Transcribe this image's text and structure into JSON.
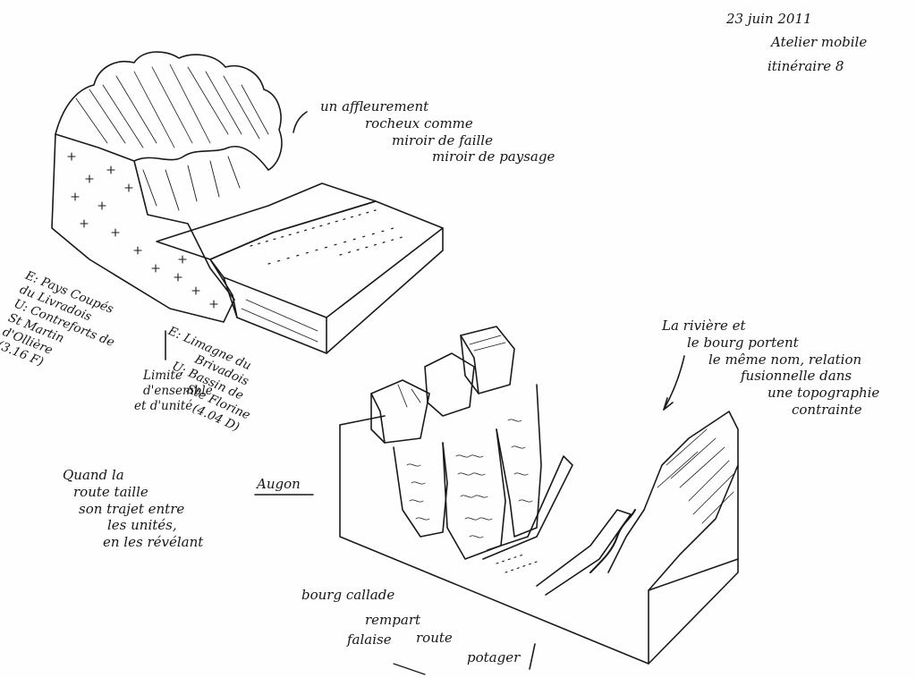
{
  "header": {
    "date": "23 juin 2011",
    "workshop": "Atelier mobile",
    "itinerary": "itinéraire 8"
  },
  "note_outcrop": [
    "un affleurement",
    "rocheux comme",
    "miroir de faille",
    "miroir de paysage"
  ],
  "unit_left": [
    "E: Pays Coupés",
    "du Livradois",
    "U: Contreforts de",
    "St Martin",
    "d'Ollière",
    "(3.16 F)"
  ],
  "unit_right": [
    "E: Limagne du",
    "Brivadois",
    "U: Bassin de",
    "Ste Florine",
    "(4.04 D)"
  ],
  "boundary_note": [
    "Limite",
    "d'ensemble",
    "et d'unité"
  ],
  "place_name": "Augon",
  "note_road": [
    "Quand la",
    "route taille",
    "son trajet entre",
    "les unités,",
    "en les révélant"
  ],
  "note_river": [
    "La rivière et",
    "le bourg portent",
    "le même nom, relation",
    "fusionnelle dans",
    "une topographie",
    "contrainte"
  ],
  "bottom_labels": {
    "bourg": "bourg callade",
    "rempart": "rempart",
    "falaise": "falaise",
    "route": "route",
    "potager": "potager"
  },
  "colors": {
    "ink": "#1a1a1a",
    "paper": "#fefefe"
  }
}
